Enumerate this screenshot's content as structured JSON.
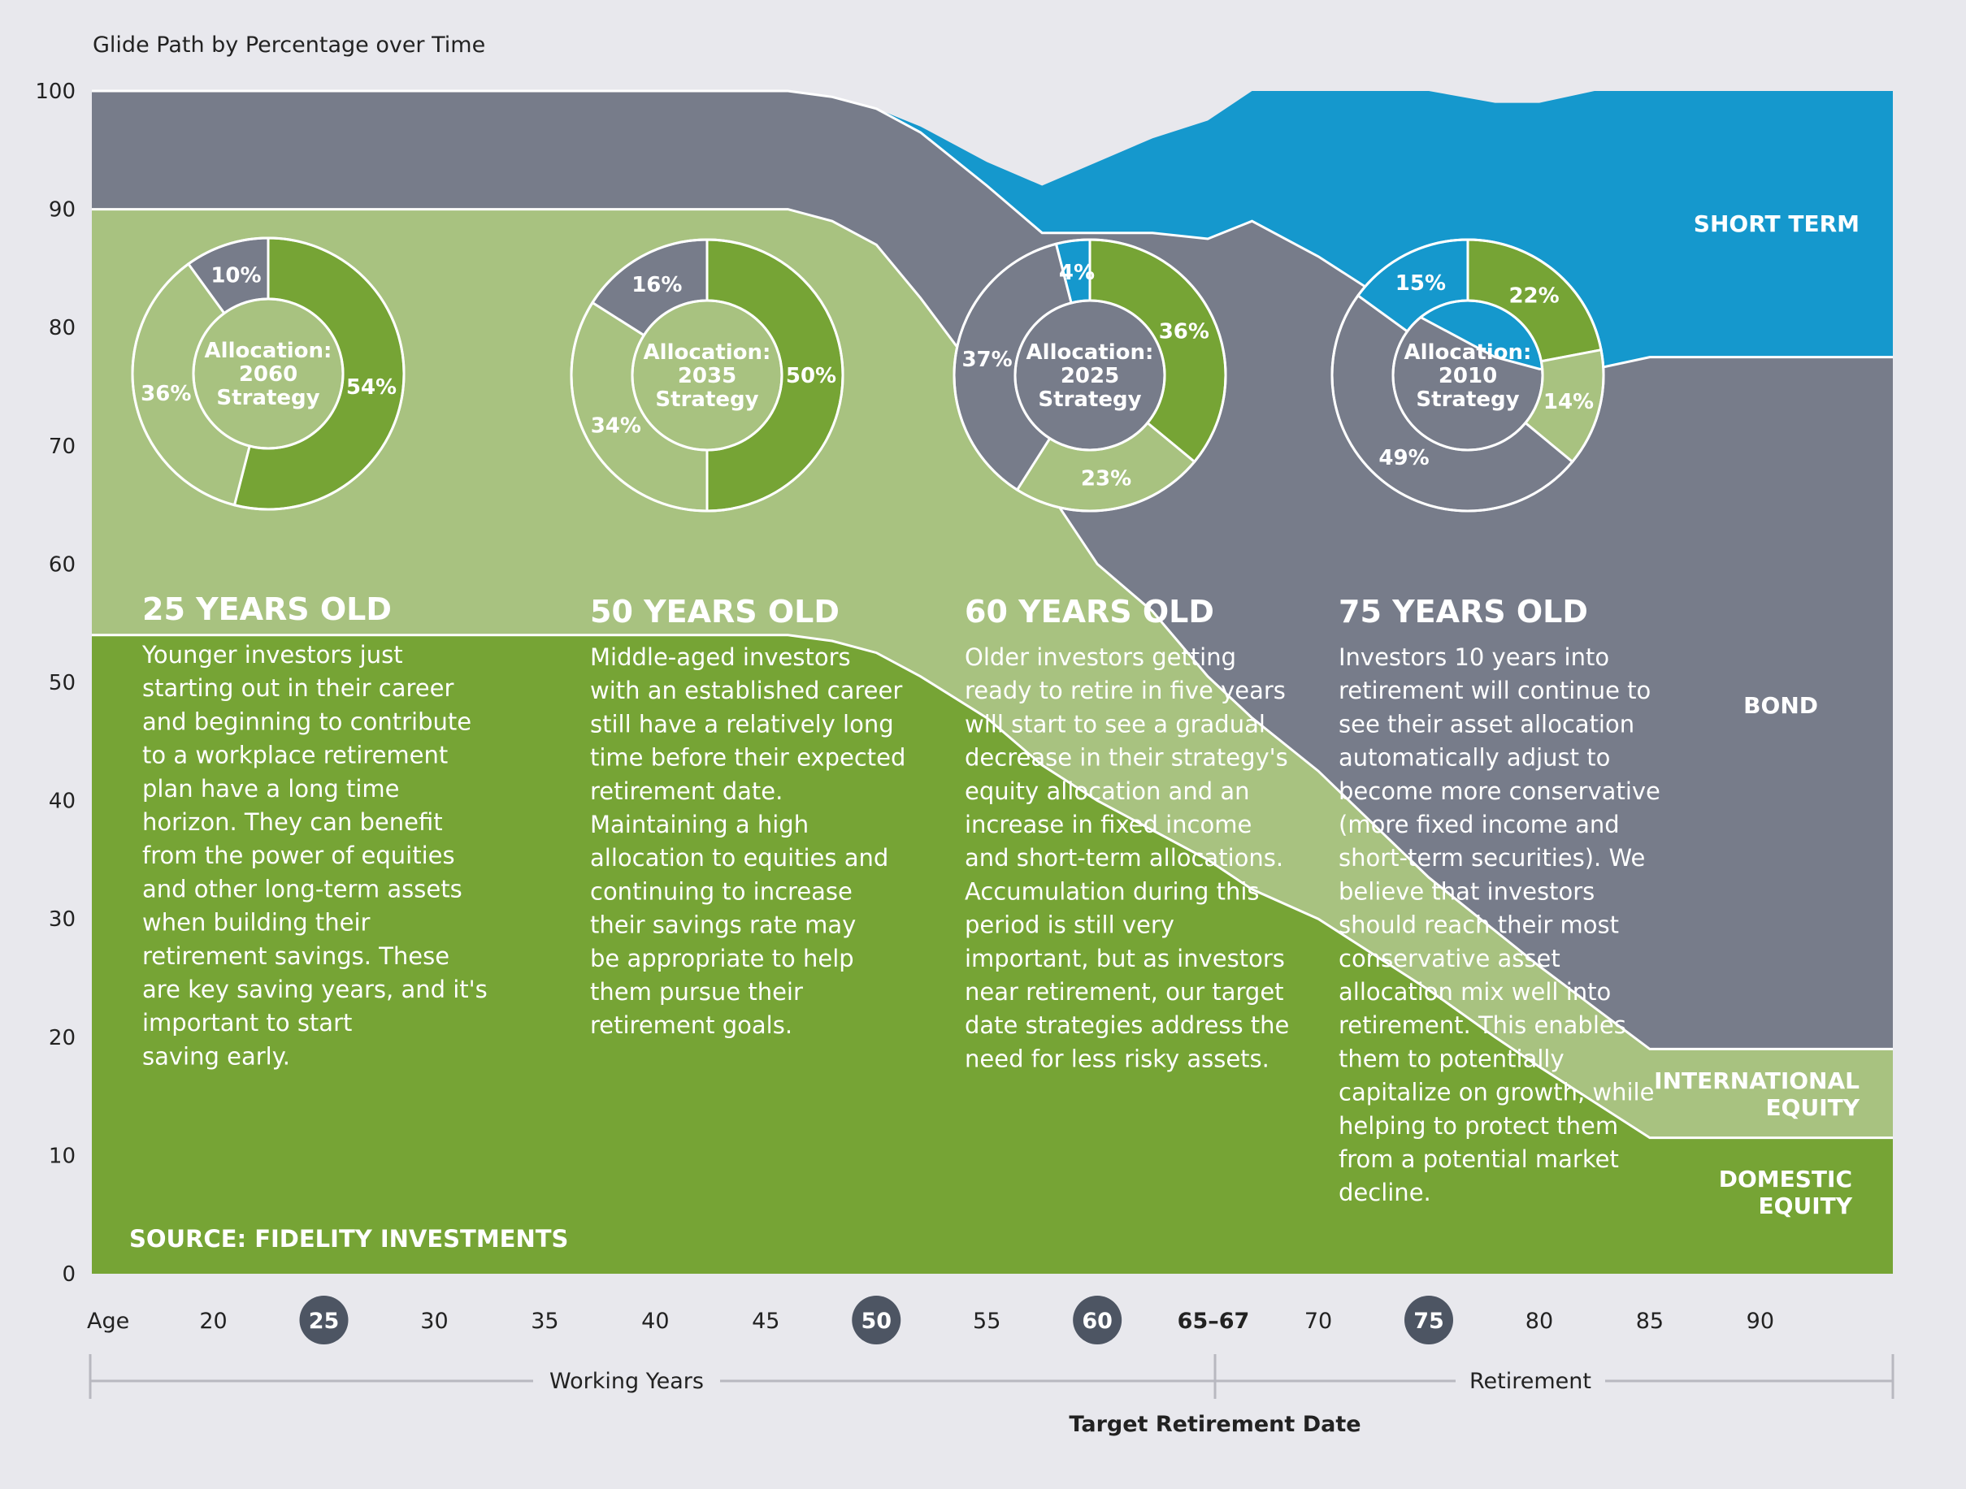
{
  "chart_data": {
    "type": "area",
    "title": "Glide Path by Percentage over Time",
    "source": "SOURCE: FIDELITY INVESTMENTS",
    "x_axis_label": "Age",
    "xlim": [
      14.5,
      96
    ],
    "ylim": [
      0,
      100
    ],
    "y_ticks": [
      0,
      10,
      20,
      30,
      40,
      50,
      60,
      70,
      80,
      90,
      100
    ],
    "x_ticks": [
      {
        "value": 20,
        "label": "20"
      },
      {
        "value": 25,
        "label": "25",
        "highlight": true
      },
      {
        "value": 30,
        "label": "30"
      },
      {
        "value": 35,
        "label": "35"
      },
      {
        "value": 40,
        "label": "40"
      },
      {
        "value": 45,
        "label": "45"
      },
      {
        "value": 50,
        "label": "50",
        "highlight": true
      },
      {
        "value": 55,
        "label": "55"
      },
      {
        "value": 60,
        "label": "60",
        "highlight": true
      },
      {
        "value": 66,
        "label": "65–67",
        "bold": true
      },
      {
        "value": 70,
        "label": "70"
      },
      {
        "value": 75,
        "label": "75",
        "highlight": true
      },
      {
        "value": 80,
        "label": "80"
      },
      {
        "value": 85,
        "label": "85"
      },
      {
        "value": 90,
        "label": "90"
      }
    ],
    "x": [
      14.5,
      45,
      46,
      48,
      50,
      52,
      55,
      57.5,
      60,
      62.5,
      65,
      67,
      70,
      72.5,
      75,
      78,
      80,
      82.5,
      85,
      96
    ],
    "series": [
      {
        "name": "DOMESTIC EQUITY",
        "color": "#76a435",
        "values": [
          54,
          54,
          54,
          53.5,
          52.5,
          50.5,
          47,
          43,
          40,
          37.5,
          35,
          32.5,
          30,
          27,
          24,
          20,
          17.5,
          14.5,
          11.5,
          11.5
        ]
      },
      {
        "name": "INTERNATIONAL EQUITY",
        "color": "#a8c280",
        "values": [
          36,
          36,
          36,
          35.5,
          34.5,
          32,
          28,
          24,
          20,
          18.5,
          15.5,
          14.5,
          12.5,
          11,
          9.5,
          9,
          8.5,
          8,
          7.5,
          7.5
        ]
      },
      {
        "name": "BOND",
        "color": "#777c8a",
        "values": [
          10,
          10,
          10,
          10.5,
          11.5,
          14,
          17,
          21,
          28,
          32,
          37,
          42,
          43.5,
          45,
          47,
          48.5,
          50.5,
          54,
          58.5,
          58.5
        ]
      },
      {
        "name": "SHORT TERM",
        "color": "#1598cd",
        "values": [
          0,
          0,
          0,
          0,
          0,
          0.5,
          2,
          4,
          6,
          8,
          10,
          11,
          14,
          17,
          19.5,
          21.5,
          22.5,
          23.5,
          22.5,
          22.5
        ]
      }
    ],
    "donuts": [
      {
        "label": [
          "Allocation:",
          "2060",
          "Strategy"
        ],
        "age": 25,
        "segments": [
          {
            "series": "DOMESTIC EQUITY",
            "value": 54,
            "text": "54%"
          },
          {
            "series": "INTERNATIONAL EQUITY",
            "value": 36,
            "text": "36%"
          },
          {
            "series": "BOND",
            "value": 10,
            "text": "10%"
          }
        ]
      },
      {
        "label": [
          "Allocation:",
          "2035",
          "Strategy"
        ],
        "age": 50,
        "segments": [
          {
            "series": "DOMESTIC EQUITY",
            "value": 50,
            "text": "50%"
          },
          {
            "series": "INTERNATIONAL EQUITY",
            "value": 34,
            "text": "34%"
          },
          {
            "series": "BOND",
            "value": 16,
            "text": "16%"
          }
        ]
      },
      {
        "label": [
          "Allocation:",
          "2025",
          "Strategy"
        ],
        "age": 60,
        "segments": [
          {
            "series": "DOMESTIC EQUITY",
            "value": 36,
            "text": "36%"
          },
          {
            "series": "INTERNATIONAL EQUITY",
            "value": 23,
            "text": "23%"
          },
          {
            "series": "BOND",
            "value": 37,
            "text": "37%"
          },
          {
            "series": "SHORT TERM",
            "value": 4,
            "text": "4%"
          }
        ]
      },
      {
        "label": [
          "Allocation:",
          "2010",
          "Strategy"
        ],
        "age": 75,
        "segments": [
          {
            "series": "DOMESTIC EQUITY",
            "value": 22,
            "text": "22%"
          },
          {
            "series": "INTERNATIONAL EQUITY",
            "value": 14,
            "text": "14%"
          },
          {
            "series": "BOND",
            "value": 49,
            "text": "49%"
          },
          {
            "series": "SHORT TERM",
            "value": 15,
            "text": "15%"
          }
        ]
      }
    ],
    "stage_notes": [
      {
        "heading": "25 YEARS OLD",
        "lines": [
          "Younger investors just",
          "starting out in their career",
          "and beginning to contribute",
          "to a workplace retirement",
          "plan have a long time",
          "horizon. They can benefit",
          "from the power of equities",
          "and other long-term assets",
          "when building their",
          "retirement savings. These",
          "are key saving years, and it's",
          "important to start",
          "saving early."
        ]
      },
      {
        "heading": "50 YEARS OLD",
        "lines": [
          "Middle-aged investors",
          "with an established career",
          "still have a relatively long",
          "time before their expected",
          "retirement date.",
          "Maintaining a high",
          "allocation to equities and",
          "continuing to increase",
          "their savings rate may",
          "be appropriate to help",
          "them pursue their",
          "retirement goals."
        ]
      },
      {
        "heading": "60 YEARS OLD",
        "lines": [
          "Older investors getting",
          "ready to retire in five years",
          "will start to see a gradual",
          "decrease in their strategy's",
          "equity allocation and an",
          "increase in fixed income",
          "and short-term allocations.",
          "Accumulation during this",
          "period is still very",
          "important, but as investors",
          "near retirement, our target",
          "date strategies address the",
          "need for less risky assets."
        ]
      },
      {
        "heading": "75 YEARS OLD",
        "lines": [
          "Investors 10 years into",
          "retirement will continue to",
          "see their asset allocation",
          "automatically adjust to",
          "become more conservative",
          "(more fixed income and",
          "short-term securities). We",
          "believe that investors",
          "should reach their most",
          "conservative asset",
          "allocation mix well into",
          "retirement. This enables",
          "them to potentially",
          "capitalize on growth, while",
          "helping to protect them",
          "from a potential market",
          "decline."
        ]
      }
    ],
    "series_labels": [
      {
        "series": "SHORT TERM",
        "lines": [
          "SHORT TERM"
        ]
      },
      {
        "series": "BOND",
        "lines": [
          "BOND"
        ]
      },
      {
        "series": "INTERNATIONAL EQUITY",
        "lines": [
          "INTERNATIONAL",
          "EQUITY"
        ]
      },
      {
        "series": "DOMESTIC EQUITY",
        "lines": [
          "DOMESTIC",
          "EQUITY"
        ]
      }
    ],
    "periods": [
      {
        "label": "Working Years",
        "from": 14.5,
        "to": 66
      },
      {
        "label": "Retirement",
        "from": 66,
        "to": 96
      }
    ],
    "target_label": "Target Retirement Date",
    "target_age": 66,
    "colors": {
      "background": "#e8e8ed",
      "text": "#222222",
      "badge": "#4d5563",
      "line": "#ffffff",
      "axis_rule": "#b8b8c0"
    }
  }
}
